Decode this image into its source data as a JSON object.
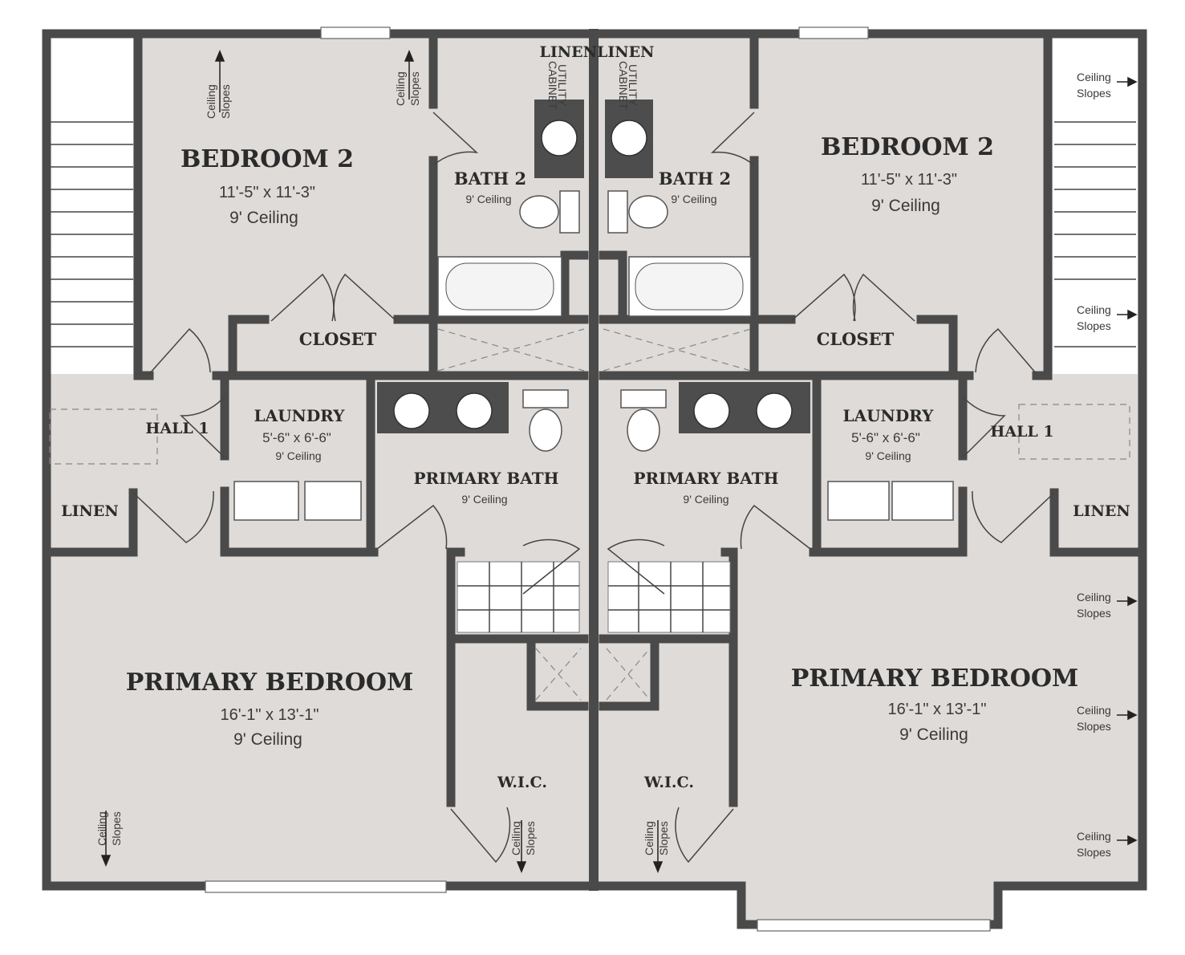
{
  "rooms": {
    "bedroom2_left": {
      "name": "BEDROOM 2",
      "dims": "11'-5\" x 11'-3\"",
      "ceiling": "9' Ceiling"
    },
    "bedroom2_right": {
      "name": "BEDROOM 2",
      "dims": "11'-5\" x 11'-3\"",
      "ceiling": "9' Ceiling"
    },
    "bath2_left": {
      "name": "BATH 2",
      "ceiling": "9' Ceiling"
    },
    "bath2_right": {
      "name": "BATH 2",
      "ceiling": "9' Ceiling"
    },
    "closet_left": {
      "name": "CLOSET"
    },
    "closet_right": {
      "name": "CLOSET"
    },
    "laundry_left": {
      "name": "LAUNDRY",
      "dims": "5'-6\" x 6'-6\"",
      "ceiling": "9' Ceiling"
    },
    "laundry_right": {
      "name": "LAUNDRY",
      "dims": "5'-6\" x 6'-6\"",
      "ceiling": "9' Ceiling"
    },
    "hall_left": {
      "name": "HALL 1"
    },
    "hall_right": {
      "name": "HALL 1"
    },
    "linen_left": {
      "name": "LINEN"
    },
    "linen_right": {
      "name": "LINEN"
    },
    "linen_top": {
      "name": "LINENLINEN"
    },
    "primary_bath_left": {
      "name": "PRIMARY BATH",
      "ceiling": "9' Ceiling"
    },
    "primary_bath_right": {
      "name": "PRIMARY BATH",
      "ceiling": "9' Ceiling"
    },
    "primary_bedroom_left": {
      "name": "PRIMARY BEDROOM",
      "dims": "16'-1\" x 13'-1\"",
      "ceiling": "9' Ceiling"
    },
    "primary_bedroom_right": {
      "name": "PRIMARY BEDROOM",
      "dims": "16'-1\" x 13'-1\"",
      "ceiling": "9' Ceiling"
    },
    "wic_left": {
      "name": "W.I.C."
    },
    "wic_right": {
      "name": "W.I.C."
    }
  },
  "cabinet_label": "CABINET",
  "utility_label": "UTILITY",
  "ceiling_slope": {
    "line1": "Ceiling",
    "line2": "Slopes"
  },
  "colors": {
    "floor": "#dcd9d6",
    "wall": "#555555",
    "counter": "#4d4d4d",
    "background": "#ffffff"
  }
}
